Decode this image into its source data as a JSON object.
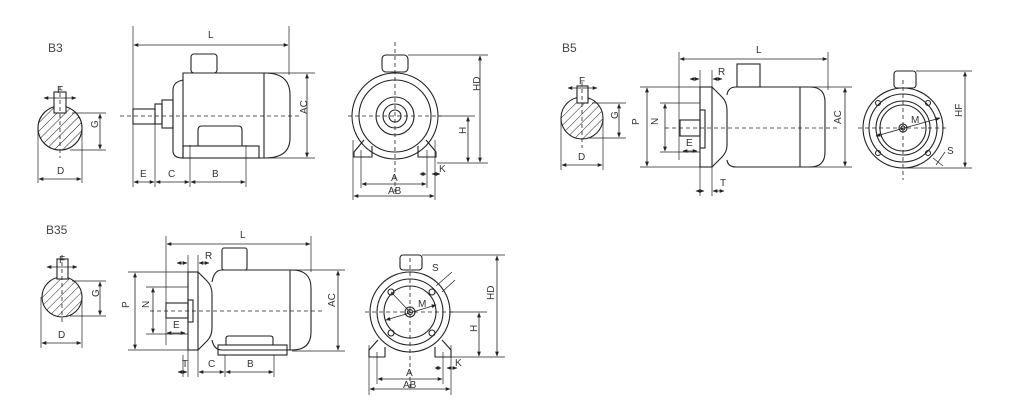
{
  "views": {
    "b3": {
      "title": "B3",
      "shaft": {
        "f": "F",
        "g": "G",
        "d": "D"
      },
      "side": {
        "l": "L",
        "ac": "AC",
        "e": "E",
        "c": "C",
        "b": "B"
      },
      "front": {
        "hd": "HD",
        "h": "H",
        "a": "A",
        "ab": "AB",
        "k": "K"
      }
    },
    "b5": {
      "title": "B5",
      "shaft": {
        "f": "F",
        "g": "G",
        "d": "D"
      },
      "side": {
        "l": "L",
        "r": "R",
        "p": "P",
        "n": "N",
        "e": "E",
        "ac": "AC",
        "t": "T"
      },
      "front": {
        "m": "M",
        "hf": "HF",
        "s": "S"
      }
    },
    "b35": {
      "title": "B35",
      "shaft": {
        "f": "F",
        "g": "G",
        "d": "D"
      },
      "side": {
        "l": "L",
        "r": "R",
        "p": "P",
        "n": "N",
        "e": "E",
        "ac": "AC",
        "t": "T",
        "c": "C",
        "b": "B"
      },
      "front": {
        "s": "S",
        "m": "M",
        "hd": "HD",
        "h": "H",
        "a": "A",
        "ab": "AB",
        "k": "K"
      }
    }
  }
}
